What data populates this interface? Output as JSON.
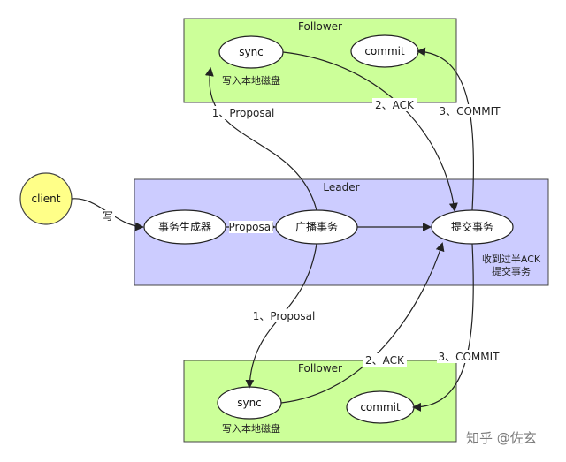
{
  "follower_top": {
    "title": "Follower",
    "sync": "sync",
    "commit": "commit",
    "note": "写入本地磁盘"
  },
  "leader": {
    "title": "Leader",
    "generator": "事务生成器",
    "broadcast": "广播事务",
    "commit_tx": "提交事务",
    "note_line1": "收到过半ACK",
    "note_line2": "提交事务"
  },
  "follower_bottom": {
    "title": "Follower",
    "sync": "sync",
    "commit": "commit",
    "note": "写入本地磁盘"
  },
  "client": {
    "label": "client",
    "write_label": "写"
  },
  "edges": {
    "proposal_inner": "Proposal",
    "proposal_top": "1、Proposal",
    "ack_top": "2、ACK",
    "commit_top": "3、COMMIT",
    "proposal_bottom": "1、Proposal",
    "ack_bottom": "2、ACK",
    "commit_bottom": "3、COMMIT"
  },
  "watermark": "知乎 @佐玄",
  "colors": {
    "follower_fill": "#ccff99",
    "leader_fill": "#ccccff",
    "client_fill": "#ffff88"
  }
}
